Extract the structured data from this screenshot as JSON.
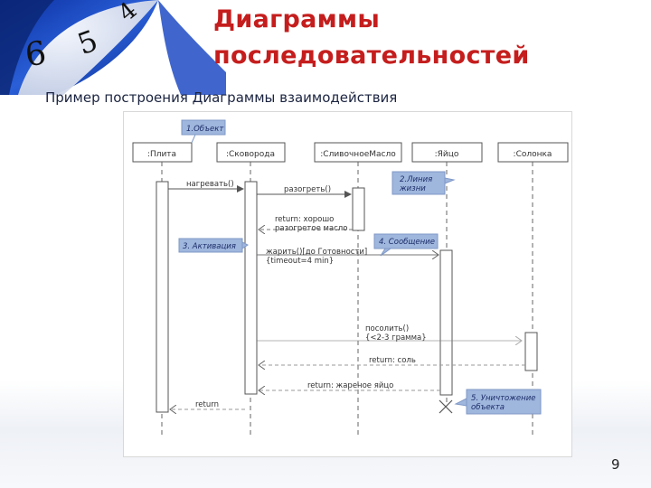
{
  "slide": {
    "title_line1": "Диаграммы",
    "title_line2": "последовательностей",
    "subtitle": "Пример построения  Диаграммы взаимодействия",
    "page_number": "9"
  },
  "decor": {
    "clock_digits": [
      "6",
      "5",
      "4"
    ]
  },
  "diagram": {
    "lifelines": [
      ":Плита",
      ":Сковорода",
      ":СливочноеМасло",
      ":Яйцо",
      ":Солонка"
    ],
    "messages": [
      "нагревать()",
      "разогреть()",
      "return: хорошо\nразогретое масло",
      "жарить()[до Готовности]\n{timeout=4 min}",
      "посолить()\n{<2-3 грамма}",
      "return: соль",
      "return: жареное яйцо",
      "return"
    ],
    "notes": [
      "1.Объект",
      "2.Линия\nжизни",
      "3. Активация",
      "4. Сообщение",
      "5. Уничтожение\nобъекта"
    ]
  },
  "colors": {
    "title": "#c51d1d",
    "note_fill": "#9fb6dd",
    "note_text": "#1e2f6a",
    "line": "#555555"
  }
}
